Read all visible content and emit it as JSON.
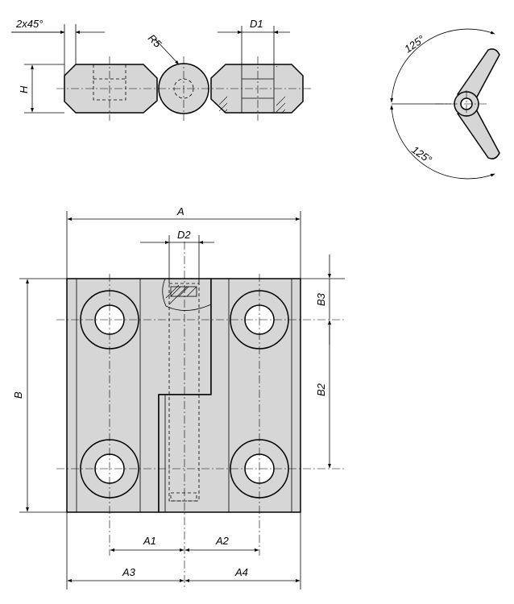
{
  "labels": {
    "chamfer": "2x45°",
    "d1": "D1",
    "r5": "R5",
    "h": "H",
    "angle_top": "125°",
    "angle_bottom": "125°",
    "a": "A",
    "d2": "D2",
    "b": "B",
    "b3": "B3",
    "b2": "B2",
    "a1": "A1",
    "a2": "A2",
    "a3": "A3",
    "a4": "A4"
  }
}
